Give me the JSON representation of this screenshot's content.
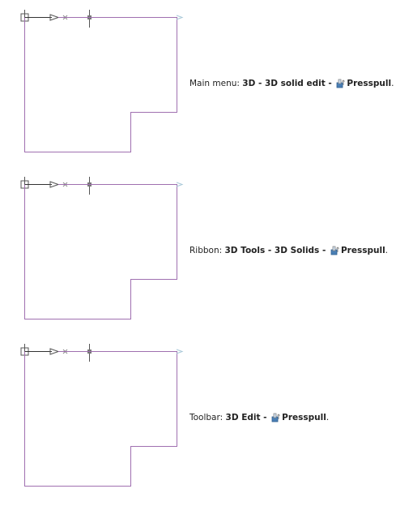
{
  "colors": {
    "outline": "#a070b0",
    "axis": "#333333",
    "crosshair": "#555555",
    "ucs_end": "#a8c8d8",
    "icon_blue": "#4a7fb5",
    "icon_gray": "#888888"
  },
  "icons": {
    "presspull": "presspull-icon",
    "ucs": "ucs-icon",
    "crosshair": "crosshair-cursor-icon"
  },
  "rows": [
    {
      "prefix": "Main menu: ",
      "path": "3D - 3D solid edit - ",
      "command": "Presspull",
      "suffix": "."
    },
    {
      "prefix": "Ribbon: ",
      "path": "3D Tools - 3D Solids - ",
      "command": "Presspull",
      "suffix": "."
    },
    {
      "prefix": "Toolbar: ",
      "path": "3D Edit - ",
      "command": "Presspull",
      "suffix": "."
    }
  ]
}
